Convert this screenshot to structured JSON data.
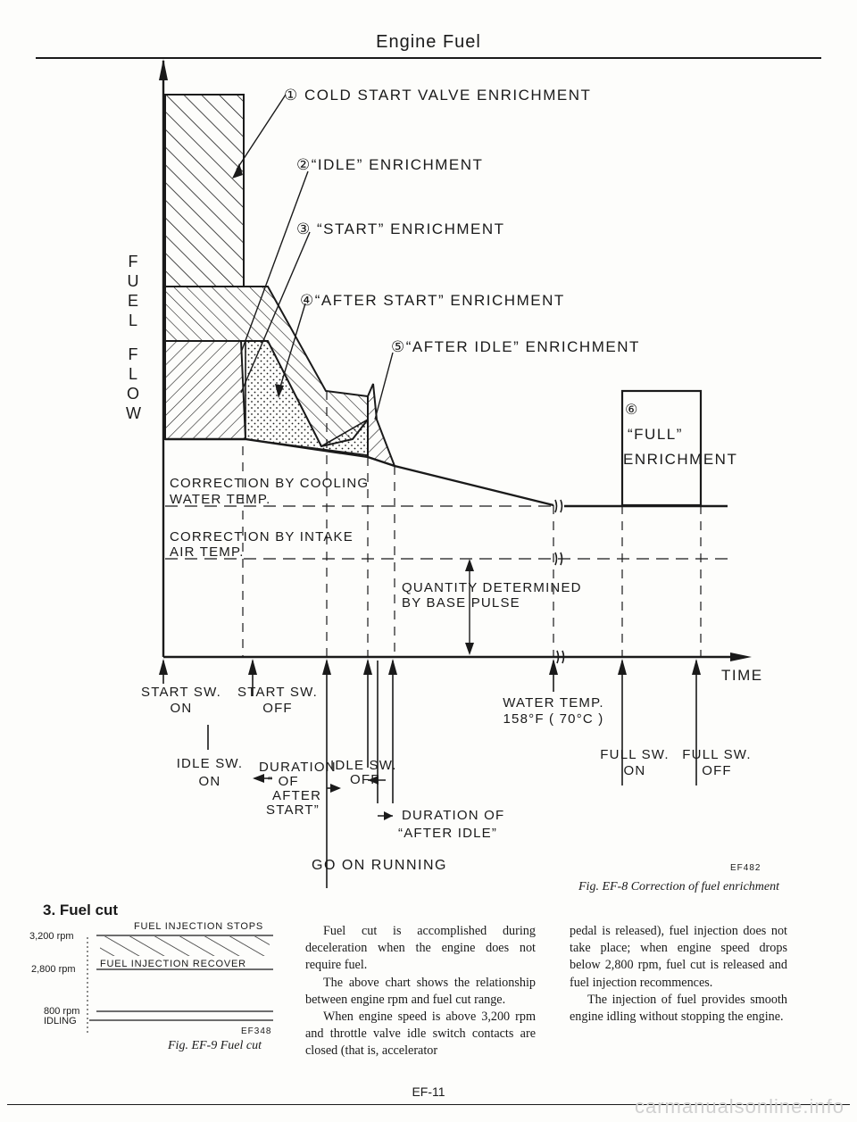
{
  "header": {
    "title": "Engine Fuel"
  },
  "diagram": {
    "y_axis_label_upper": [
      "F",
      "U",
      "E",
      "L"
    ],
    "y_axis_label_lower": [
      "F",
      "L",
      "O",
      "W"
    ],
    "x_axis_label": "TIME",
    "enrichments": [
      {
        "num": "①",
        "label": "COLD START VALVE ENRICHMENT"
      },
      {
        "num": "②",
        "label": "“IDLE” ENRICHMENT"
      },
      {
        "num": "③",
        "label": "“START” ENRICHMENT"
      },
      {
        "num": "④",
        "label": "“AFTER START” ENRICHMENT"
      },
      {
        "num": "⑤",
        "label": "“AFTER IDLE” ENRICHMENT"
      }
    ],
    "full_enrichment": {
      "num": "⑥",
      "line1": "“FULL”",
      "line2": "ENRICHMENT"
    },
    "correction_cooling": {
      "line1": "CORRECTION BY COOLING",
      "line2": "WATER TEMP."
    },
    "correction_intake": {
      "line1": "CORRECTION BY INTAKE",
      "line2": "AIR TEMP."
    },
    "base_pulse": {
      "line1": "QUANTITY DETERMINED",
      "line2": "BY BASE PULSE"
    },
    "events": {
      "start_on": {
        "line1": "START SW.",
        "line2": "ON"
      },
      "start_off": {
        "line1": "START SW.",
        "line2": "OFF"
      },
      "idle_on": {
        "line1": "IDLE SW.",
        "line2": "ON"
      },
      "duration_after_start": {
        "line1": "DURATION",
        "line2": "“ OF",
        "line3": "AFTER",
        "line4": "START”"
      },
      "idle_off": {
        "line1": "IDLE SW.",
        "line2": "OFF"
      },
      "duration_after_idle": {
        "line1": "DURATION OF",
        "line2": "“AFTER IDLE”"
      },
      "water_temp": {
        "line1": "WATER TEMP.",
        "line2": "158°F ( 70°C )"
      },
      "full_on": {
        "line1": "FULL SW.",
        "line2": "ON"
      },
      "full_off": {
        "line1": "FULL SW.",
        "line2": "OFF"
      },
      "go_on": "GO ON RUNNING"
    },
    "code": "EF482",
    "caption": "Fig. EF-8 Correction of fuel enrichment"
  },
  "fuel_cut": {
    "heading": "3. Fuel cut",
    "rpm_3200": "3,200 rpm",
    "rpm_2800": "2,800 rpm",
    "rpm_800": "800 rpm",
    "idling": "IDLING",
    "stops": "FUEL INJECTION STOPS",
    "recover": "FUEL INJECTION RECOVER",
    "code": "EF348",
    "caption": "Fig. EF-9 Fuel cut"
  },
  "text": {
    "p1": "Fuel cut is accomplished during deceleration when the engine does not require fuel.",
    "p2": "The above chart shows the relationship between engine rpm and fuel cut range.",
    "p3": "When engine speed is above 3,200 rpm and throttle valve idle switch contacts are closed (that is, accelerator",
    "p4": "pedal is released), fuel injection does not take place; when engine speed drops below 2,800 rpm, fuel cut is released and fuel injection recommences.",
    "p5": "The injection of fuel provides smooth engine idling without stopping the engine."
  },
  "footer": {
    "page": "EF-11",
    "watermark": "carmanualsonline.info"
  }
}
